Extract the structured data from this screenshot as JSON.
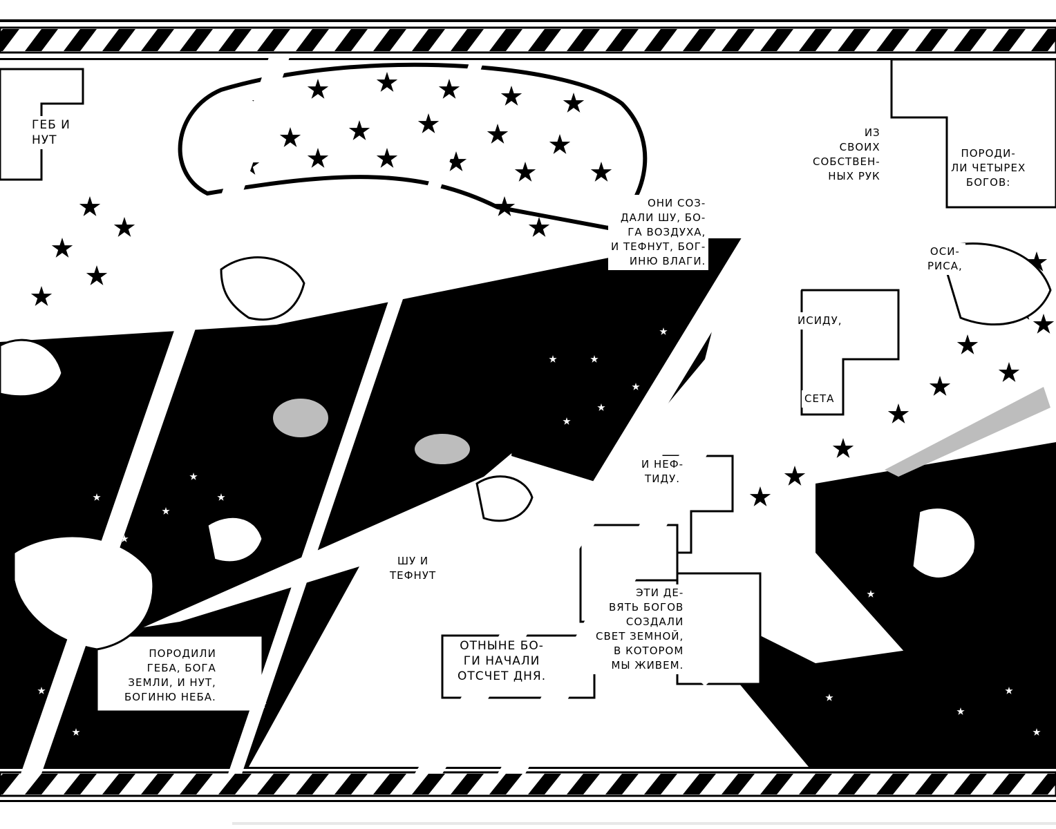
{
  "panel": {
    "colors": {
      "ink": "#000000",
      "paper": "#ffffff",
      "tone": "#bdbdbd"
    },
    "captions": [
      "ГЕБ И\nНУТ",
      "ИЗ\nСВОИХ\nСОБСТВЕН-\nНЫХ РУК",
      "ПОРОДИ-\nЛИ ЧЕТЫРЕХ\nБОГОВ:",
      "ОНИ СОЗ-\nДАЛИ ШУ, БО-\nГА ВОЗДУХА,\nИ ТЕФНУТ, БОГ-\nИНЮ ВЛАГИ.",
      "ОСИ-\nРИСА,",
      "ИСИДУ,",
      "СЕТА",
      "И НЕФ-\nТИДУ.",
      "ШУ И\nТЕФНУТ",
      "ЭТИ ДЕ-\nВЯТЬ БОГОВ\nСОЗДАЛИ\nСВЕТ ЗЕМНОЙ,\nВ КОТОРОМ\nМЫ ЖИВЕМ.",
      "ПОРОДИЛИ\nГЕБА, БОГА\nЗЕМЛИ, И НУТ,\nБОГИНЮ НЕБА.",
      "ОТНЫНЕ БО-\nГИ НАЧАЛИ\nОТСЧЕТ ДНЯ."
    ]
  }
}
